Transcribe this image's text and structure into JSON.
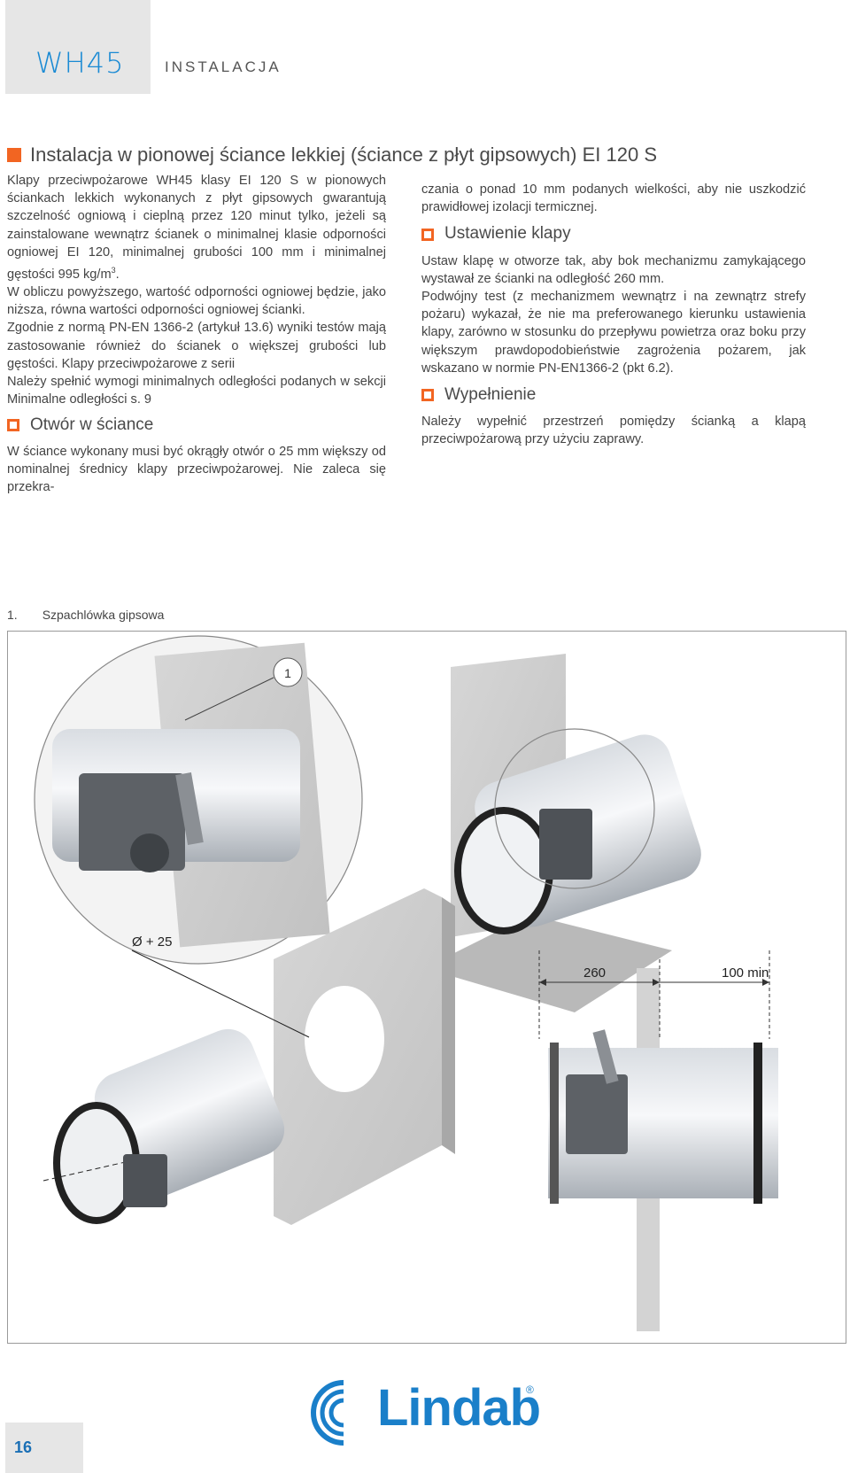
{
  "header": {
    "product": "WH45",
    "section": "INSTALACJA"
  },
  "title": "Instalacja w pionowej ściance lekkiej (ściance z płyt gipsowych) EI 120 S",
  "left_column": {
    "p1": "Klapy przeciwpożarowe WH45 klasy EI 120 S w pionowych ściankach lekkich wykonanych z płyt gipsowych gwarantują szczelność ogniową i cieplną przez 120 minut tylko, jeżeli są zainstalowane wewnątrz ścianek o minimalnej klasie odporności ogniowej EI 120, minimalnej grubości 100 mm i minimalnej gęstości 995 kg/m",
    "p1_sup": "3",
    "p1_end": ".",
    "p2": "W obliczu powyższego, wartość odporności ogniowej będzie, jako niższa, równa wartości odporności ogniowej ścianki.",
    "p3": "Zgodnie z normą PN-EN 1366-2 (artykuł 13.6) wyniki testów mają zastosowanie również do ścianek o większej grubości lub gęstości. Klapy przeciwpożarowe z serii",
    "p4": "Należy spełnić wymogi minimalnych odległości podanych w sekcji Minimalne odległości s. 9",
    "sub1": "Otwór w ściance",
    "p5": "W ściance wykonany musi być okrągły otwór o 25 mm większy od nominalnej średnicy klapy przeciwpożarowej. Nie zaleca się przekra-"
  },
  "right_column": {
    "p1": "czania o ponad 10 mm podanych wielkości, aby nie uszkodzić prawidłowej izolacji termicznej.",
    "sub2": "Ustawienie klapy",
    "p2": "Ustaw klapę w otworze tak, aby bok mechanizmu zamykającego wystawał ze ścianki na odległość 260 mm.",
    "p3": "Podwójny test (z mechanizmem wewnątrz i na zewnątrz strefy pożaru) wykazał, że nie ma preferowanego kierunku ustawienia klapy, zarówno w stosunku do przepływu powietrza oraz boku przy większym prawdopodobieństwie zagrożenia pożarem, jak wskazano w normie PN-EN1366-2 (pkt 6.2).",
    "sub3": "Wypełnienie",
    "p4": "Należy wypełnić przestrzeń pomiędzy ścianką a klapą przeciwpożarową przy użyciu zaprawy."
  },
  "caption": {
    "number": "1.",
    "text": "Szpachlówka gipsowa"
  },
  "figure": {
    "callout": "1",
    "dim_hole": "Ø + 25",
    "dim_260": "260",
    "dim_100": "100 min"
  },
  "footer": {
    "page": "16",
    "logo": "Lindab",
    "reg": "®"
  },
  "colors": {
    "accent": "#f26522",
    "brand": "#1a7fc9"
  }
}
